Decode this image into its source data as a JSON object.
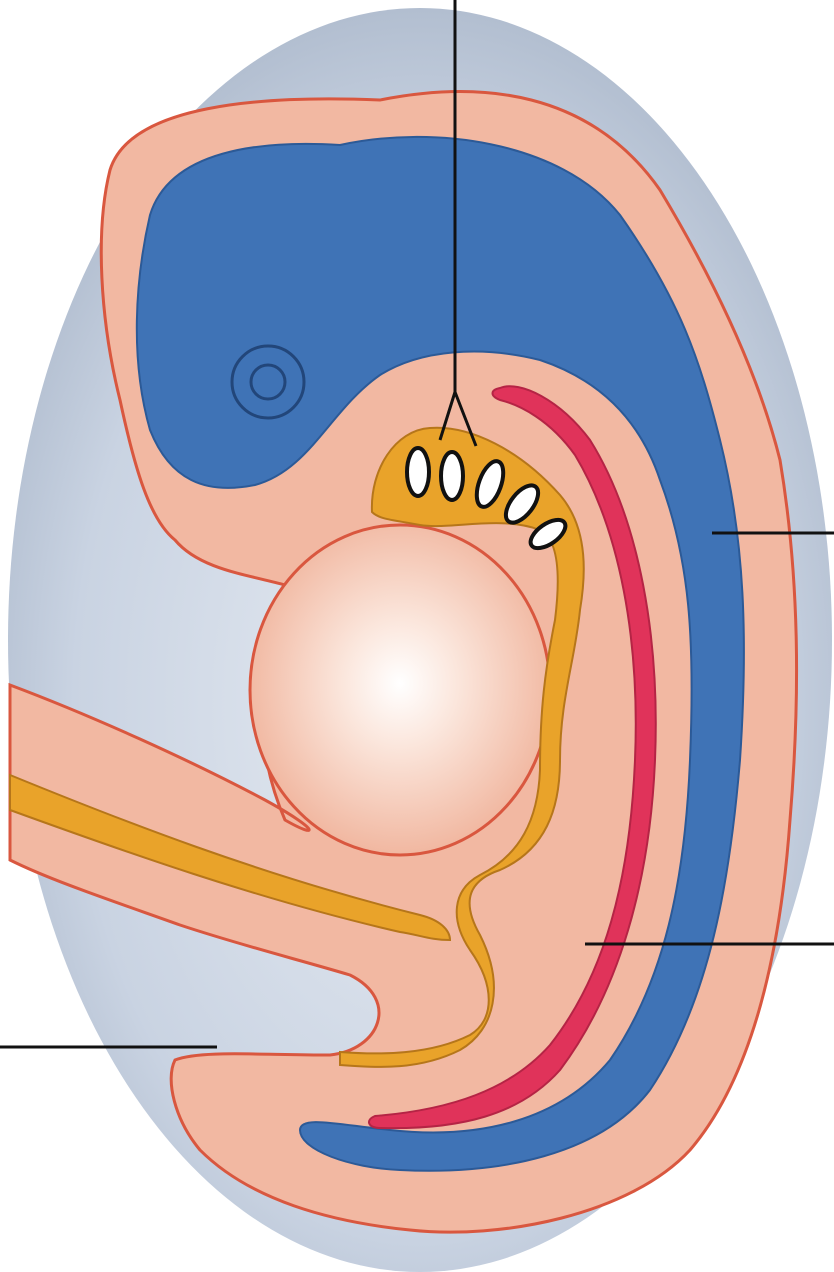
{
  "figure": {
    "structures": [
      {
        "name": "pharyngeal-pouches",
        "count": 5
      },
      {
        "name": "neural-tube"
      },
      {
        "name": "notochord"
      },
      {
        "name": "gut-tube"
      },
      {
        "name": "yolk-sac"
      },
      {
        "name": "allantois"
      },
      {
        "name": "optic-vesicle"
      },
      {
        "name": "tail-bud"
      }
    ],
    "leader_lines": [
      "top",
      "right-upper",
      "right-lower",
      "left-lower"
    ],
    "colors": {
      "background": "#ffffff",
      "amnion_cavity": "#c9d3e2",
      "ectoderm_fill": "#f2b8a2",
      "ectoderm_outline": "#d9573f",
      "neural_tube": "#3f73b6",
      "notochord": "#e0335a",
      "endoderm": "#e9a32a",
      "yolk_center": "#fdf3ee",
      "leader_line": "#111111"
    }
  }
}
